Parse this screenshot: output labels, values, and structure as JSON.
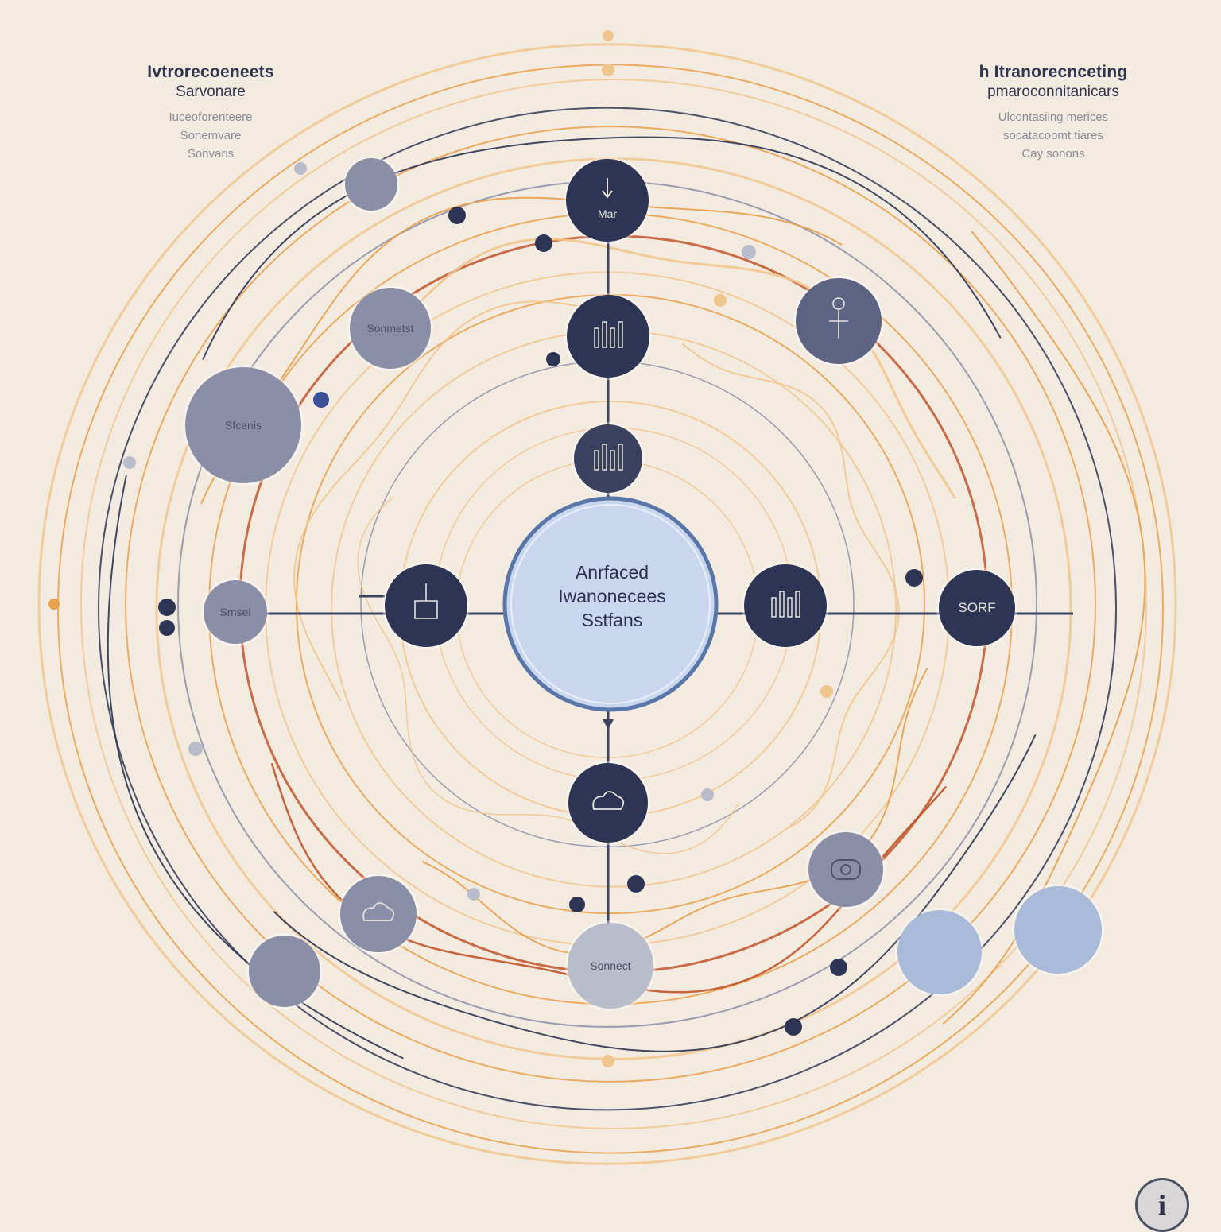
{
  "left_heading": {
    "line1": "Ivtrorecoeneets",
    "line2": "Sarvonare",
    "sub1": "Iuceoforenteere",
    "sub2": "Sonemvare",
    "sub3": "Sonvaris"
  },
  "right_heading": {
    "line1": "h Itranorecnceting",
    "line2": "pmaroconnitanicars",
    "sub1": "Ulcontasiing merices",
    "sub2": "socatacoomt tiares",
    "sub3": "Cay sonons"
  },
  "hub": {
    "line1": "Anrfaced",
    "line2": "Iwanonecees",
    "line3": "Sstfans"
  },
  "badge": {
    "glyph": "i"
  },
  "colors": {
    "background": "#f3ebe0",
    "navy": "#2e3554",
    "slate": "#8a8ea6",
    "light_slate": "#b9bccb",
    "pale_blue": "#a9bbd9",
    "orange": "#e8a04a",
    "pale_orange": "#f1c68d",
    "rust": "#c0552a",
    "hub_fill": "#c9d7ee"
  },
  "nodes": [
    {
      "id": "top-navy",
      "label": "Mar",
      "style": "navy",
      "icon": "pin-icon"
    },
    {
      "id": "upper-navy",
      "label": "",
      "style": "navy",
      "icon": "bar-icon"
    },
    {
      "id": "inner-top",
      "label": "",
      "style": "navy-light",
      "icon": "chart-icon"
    },
    {
      "id": "left-navy",
      "label": "",
      "style": "navy",
      "icon": "beaker-icon"
    },
    {
      "id": "right-navy",
      "label": "",
      "style": "navy",
      "icon": "bar-icon"
    },
    {
      "id": "bottom-navy",
      "label": "",
      "style": "navy",
      "icon": "cloud-icon"
    },
    {
      "id": "top-left-small",
      "label": "",
      "style": "slate",
      "icon": "none"
    },
    {
      "id": "mid-left",
      "label": "Sonmetst",
      "style": "slate",
      "icon": "none"
    },
    {
      "id": "big-left",
      "label": "Sfcenis",
      "style": "slate",
      "icon": "none"
    },
    {
      "id": "far-left",
      "label": "Smsel",
      "style": "slate",
      "icon": "none"
    },
    {
      "id": "upper-right",
      "label": "",
      "style": "navy-slate",
      "icon": "figure-icon"
    },
    {
      "id": "far-right",
      "label": "SORF",
      "style": "navy",
      "icon": "none"
    },
    {
      "id": "lower-left",
      "label": "",
      "style": "slate",
      "icon": "cloud-icon"
    },
    {
      "id": "bottom-left",
      "label": "",
      "style": "slate",
      "icon": "none"
    },
    {
      "id": "bottom-center",
      "label": "Sonnect",
      "style": "light-slate",
      "icon": "none"
    },
    {
      "id": "lower-right",
      "label": "",
      "style": "slate",
      "icon": "chip-icon"
    },
    {
      "id": "bottom-right-a",
      "label": "",
      "style": "pale-blue",
      "icon": "none"
    },
    {
      "id": "bottom-right-b",
      "label": "",
      "style": "pale-blue",
      "icon": "none"
    }
  ]
}
